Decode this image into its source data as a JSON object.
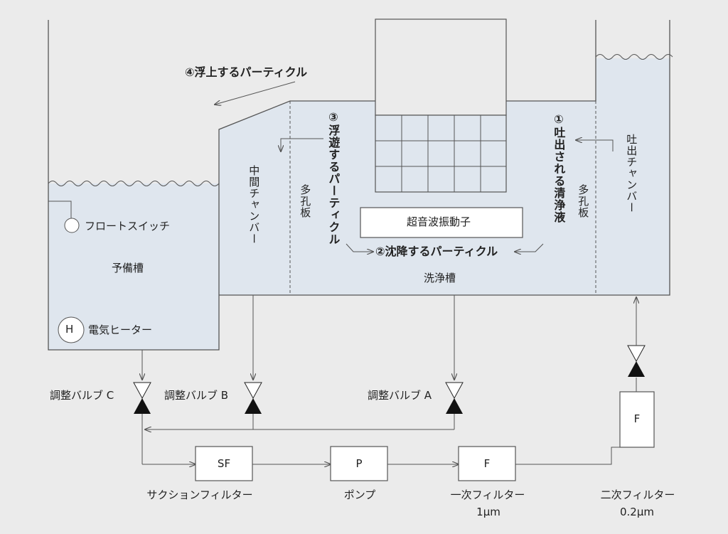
{
  "tanks": {
    "reserve_tank": "予備槽",
    "cleaning_tank": "洗浄槽",
    "middle_chamber": "中間チャンバー",
    "discharge_chamber": "吐出チャンバー",
    "perforated_plate_left": "多孔板",
    "perforated_plate_right": "多孔板"
  },
  "devices": {
    "float_switch": "フロートスイッチ",
    "heater_symbol": "H",
    "heater": "電気ヒーター",
    "transducer": "超音波振動子"
  },
  "particles": {
    "p1": "①吐出される清浄液",
    "p2": "②沈降するパーティクル",
    "p3": "③浮遊するパーティクル",
    "p4": "④浮上するパーティクル"
  },
  "valves": {
    "a": "調整バルブ A",
    "b": "調整バルブ B",
    "c": "調整バルブ C"
  },
  "line": {
    "suction_filter_symbol": "SF",
    "suction_filter": "サクションフィルター",
    "pump_symbol": "P",
    "pump": "ポンプ",
    "primary_filter_symbol": "F",
    "primary_filter": "一次フィルター",
    "primary_filter_rating": "1μm",
    "secondary_filter_symbol": "F",
    "secondary_filter": "二次フィルター",
    "secondary_filter_rating": "0.2μm"
  },
  "colors": {
    "liquid": "#dfe6ee",
    "line": "#555555",
    "background": "#ebebeb",
    "valve_dark": "#111111"
  }
}
